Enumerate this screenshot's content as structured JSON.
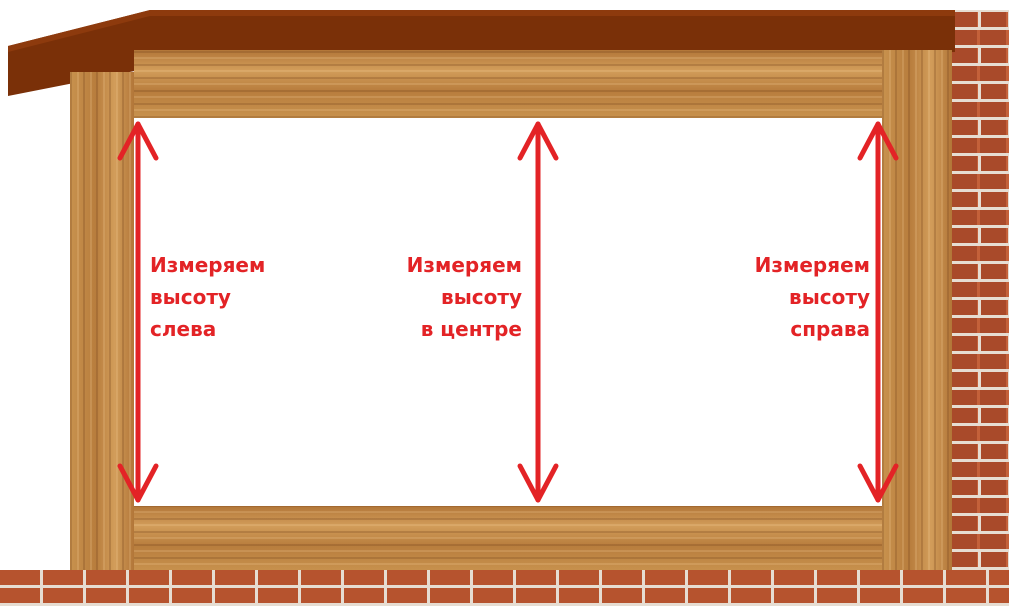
{
  "labels": {
    "left": [
      "Измеряем",
      "высоту",
      "слева"
    ],
    "center": [
      "Измеряем",
      "высоту",
      "в центре"
    ],
    "right": [
      "Измеряем",
      "высоту",
      "справа"
    ]
  },
  "colors": {
    "arrow": "#e32326",
    "roof": "#7a3008",
    "wood": "#c58a47",
    "brick": "#b9532b",
    "opening": "#ffffff"
  }
}
